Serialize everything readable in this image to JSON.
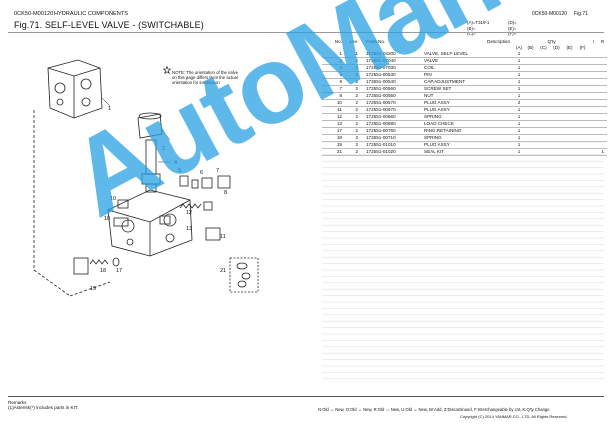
{
  "header": {
    "model_code": "0CK50-M00120",
    "section": "HYDRAULIC COMPONENTS",
    "figure_title": "Fig.71.  SELF-LEVEL VALVE - (SWITCHABLE)",
    "right_model_code": "0CK50-M00120",
    "right_fig": "Fig.71",
    "legend_left": [
      "(A)=T319-1",
      "(B)=",
      "(C)="
    ],
    "legend_right": [
      "(D)=",
      "(E)=",
      "(F)="
    ]
  },
  "note": {
    "line1": "NOTE: The orientation of the valve",
    "line2": "on this page differs from the actual",
    "line3": "orientation for installation"
  },
  "table": {
    "headers": {
      "no": "No.",
      "lev": "Lev.",
      "part_no": "Parts No.",
      "description": "Description",
      "qty": "Q'ty",
      "i": "I",
      "r": "R",
      "cols": [
        "(A)",
        "(B)",
        "(C)",
        "(D)",
        "(E)",
        "(F)"
      ]
    },
    "rows": [
      {
        "no": "1",
        "lev": "1",
        "pn": "172551-04200",
        "desc": "VALVE, SELF-LEVEL",
        "qa": "1",
        "r": ""
      },
      {
        "no": "2",
        "lev": "2",
        "pn": "172551-07040",
        "desc": "VALVE",
        "qa": "1",
        "r": ""
      },
      {
        "no": "4",
        "lev": "2",
        "pn": "172551-07030",
        "desc": "COIL",
        "qa": "1",
        "r": ""
      },
      {
        "no": "5",
        "lev": "2",
        "pn": "172551-00530",
        "desc": "PIN",
        "qa": "1",
        "r": ""
      },
      {
        "no": "6",
        "lev": "2",
        "pn": "172551-00540",
        "desc": "CAP,ADJUSTMENT",
        "qa": "1",
        "r": ""
      },
      {
        "no": "7",
        "lev": "2",
        "pn": "172551-00560",
        "desc": "SCREW SET",
        "qa": "1",
        "r": ""
      },
      {
        "no": "8",
        "lev": "2",
        "pn": "172551-00550",
        "desc": "NUT",
        "qa": "1",
        "r": ""
      },
      {
        "no": "10",
        "lev": "2",
        "pn": "172551-00570",
        "desc": "PLUG ASSY",
        "qa": "2",
        "r": ""
      },
      {
        "no": "11",
        "lev": "2",
        "pn": "172551-00670",
        "desc": "PLUG ASSY",
        "qa": "1",
        "r": ""
      },
      {
        "no": "12",
        "lev": "2",
        "pn": "172551-00660",
        "desc": "SPRING",
        "qa": "1",
        "r": ""
      },
      {
        "no": "13",
        "lev": "2",
        "pn": "172551-00680",
        "desc": "LOAD CHECK",
        "qa": "1",
        "r": ""
      },
      {
        "no": "17",
        "lev": "2",
        "pn": "172551-00760",
        "desc": "RING,RETAINING",
        "qa": "1",
        "r": ""
      },
      {
        "no": "18",
        "lev": "2",
        "pn": "172551-00710",
        "desc": "SPRING",
        "qa": "1",
        "r": ""
      },
      {
        "no": "19",
        "lev": "2",
        "pn": "172551-01010",
        "desc": "PLUG ASSY",
        "qa": "1",
        "r": ""
      },
      {
        "no": "21",
        "lev": "2",
        "pn": "172551-01020",
        "desc": "SEAL KIT",
        "qa": "1",
        "r": "1"
      }
    ]
  },
  "callouts": [
    "1",
    "2",
    "4",
    "5",
    "6",
    "7",
    "8",
    "10",
    "10",
    "11",
    "12",
    "13",
    "17",
    "18",
    "19",
    "21"
  ],
  "remarks": {
    "title": "Remarks",
    "text": "(1)Asterisk(*) includes parts in KIT."
  },
  "footer": {
    "codes": "N:Old ⇔ New, O:Old ⇔ New, R:Old ⇔ New, U:Old ⇔ New, W:Add, Z:Discontinued, F:Interchangeable by cnt, K:Q'ty Change",
    "copyright": "Copyright (C) 2014 YANMAR CO., LTD. All Rights Reserved."
  },
  "watermark": "AutoManual",
  "colors": {
    "watermark": "#28a0e1",
    "lines": "#999999"
  }
}
